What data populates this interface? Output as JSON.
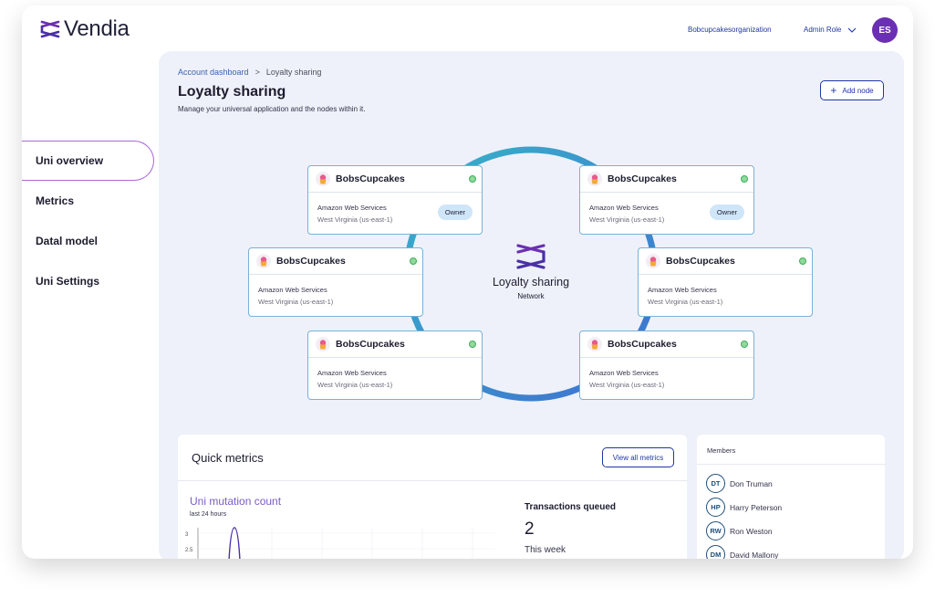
{
  "app": {
    "brand": "Vendia"
  },
  "header": {
    "organization": "Bobcupcakesorganization",
    "role": "Admin Role",
    "avatar_initials": "ES"
  },
  "sidebar": {
    "items": [
      {
        "label": "Uni overview",
        "active": true
      },
      {
        "label": "Metrics",
        "active": false
      },
      {
        "label": "Datal model",
        "active": false
      },
      {
        "label": "Uni Settings",
        "active": false
      }
    ]
  },
  "breadcrumb": {
    "parent": "Account dashboard",
    "separator": ">",
    "current": "Loyalty sharing"
  },
  "page": {
    "title": "Loyalty sharing",
    "subtitle": "Manage your universal application and the nodes within it.",
    "add_node_label": "Add node"
  },
  "network": {
    "title": "Loyalty sharing",
    "subtitle": "Network"
  },
  "nodes": [
    {
      "name": "BobsCupcakes",
      "provider": "Amazon Web Services",
      "region": "West Virginia (us-east-1)",
      "badge": "Owner"
    },
    {
      "name": "BobsCupcakes",
      "provider": "Amazon Web Services",
      "region": "West Virginia (us-east-1)",
      "badge": "Owner"
    },
    {
      "name": "BobsCupcakes",
      "provider": "Amazon Web Services",
      "region": "West Virginia (us-east-1)",
      "badge": ""
    },
    {
      "name": "BobsCupcakes",
      "provider": "Amazon Web Services",
      "region": "West Virginia (us-east-1)",
      "badge": ""
    },
    {
      "name": "BobsCupcakes",
      "provider": "Amazon Web Services",
      "region": "West Virginia (us-east-1)",
      "badge": ""
    },
    {
      "name": "BobsCupcakes",
      "provider": "Amazon Web Services",
      "region": "West Virginia (us-east-1)",
      "badge": ""
    }
  ],
  "quick_metrics": {
    "title": "Quick metrics",
    "view_all_label": "View all metrics",
    "mutation": {
      "title": "Uni mutation count",
      "subtitle": "last 24 hours",
      "y_ticks": [
        "3",
        "2.5"
      ]
    },
    "transactions": {
      "title": "Transactions queued",
      "value": "2",
      "period": "This week"
    }
  },
  "members": {
    "title": "Members",
    "items": [
      {
        "initials": "DT",
        "name": "Don Truman"
      },
      {
        "initials": "HP",
        "name": "Harry Peterson"
      },
      {
        "initials": "RW",
        "name": "Ron Weston"
      },
      {
        "initials": "DM",
        "name": "David Mallony"
      }
    ]
  },
  "colors": {
    "brand": "#6b2fb3",
    "link": "#1f37a3",
    "ring_teal": "#36b3c9",
    "ring_blue": "#3f7fd0",
    "status_green": "#3fae5a"
  },
  "icons": {
    "node": "cupcake-icon",
    "status": "online-dot-icon"
  }
}
